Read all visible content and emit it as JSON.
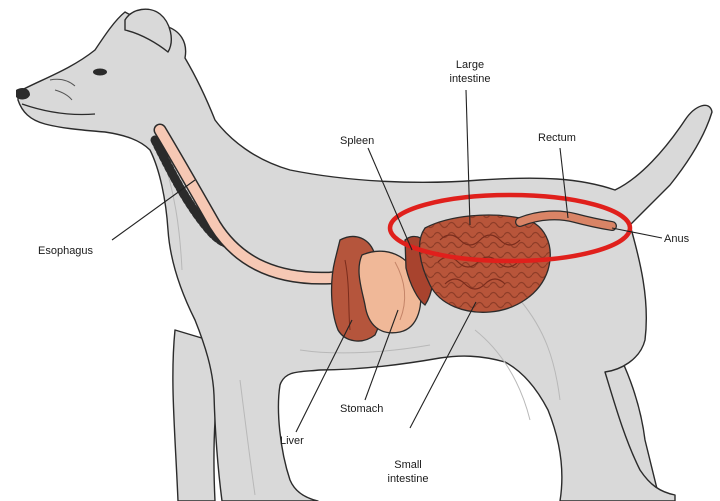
{
  "labels": {
    "esophagus": "Esophagus",
    "spleen": "Spleen",
    "large_intestine_line1": "Large",
    "large_intestine_line2": "intestine",
    "rectum": "Rectum",
    "anus": "Anus",
    "liver": "Liver",
    "stomach": "Stomach",
    "small_intestine_line1": "Small",
    "small_intestine_line2": "intestine"
  },
  "colors": {
    "body_fill": "#d9d9d9",
    "body_outline": "#2b2b2b",
    "shade": "#c4c4c4",
    "esophagus": "#f6c8b4",
    "liver": "#b5553c",
    "stomach": "#f0b898",
    "spleen": "#a8432e",
    "small_intestine": "#b8553a",
    "large_intestine": "#c86a4c",
    "rectum": "#d98466",
    "highlight_ring": "#e0201c",
    "leader_line": "#222222"
  }
}
